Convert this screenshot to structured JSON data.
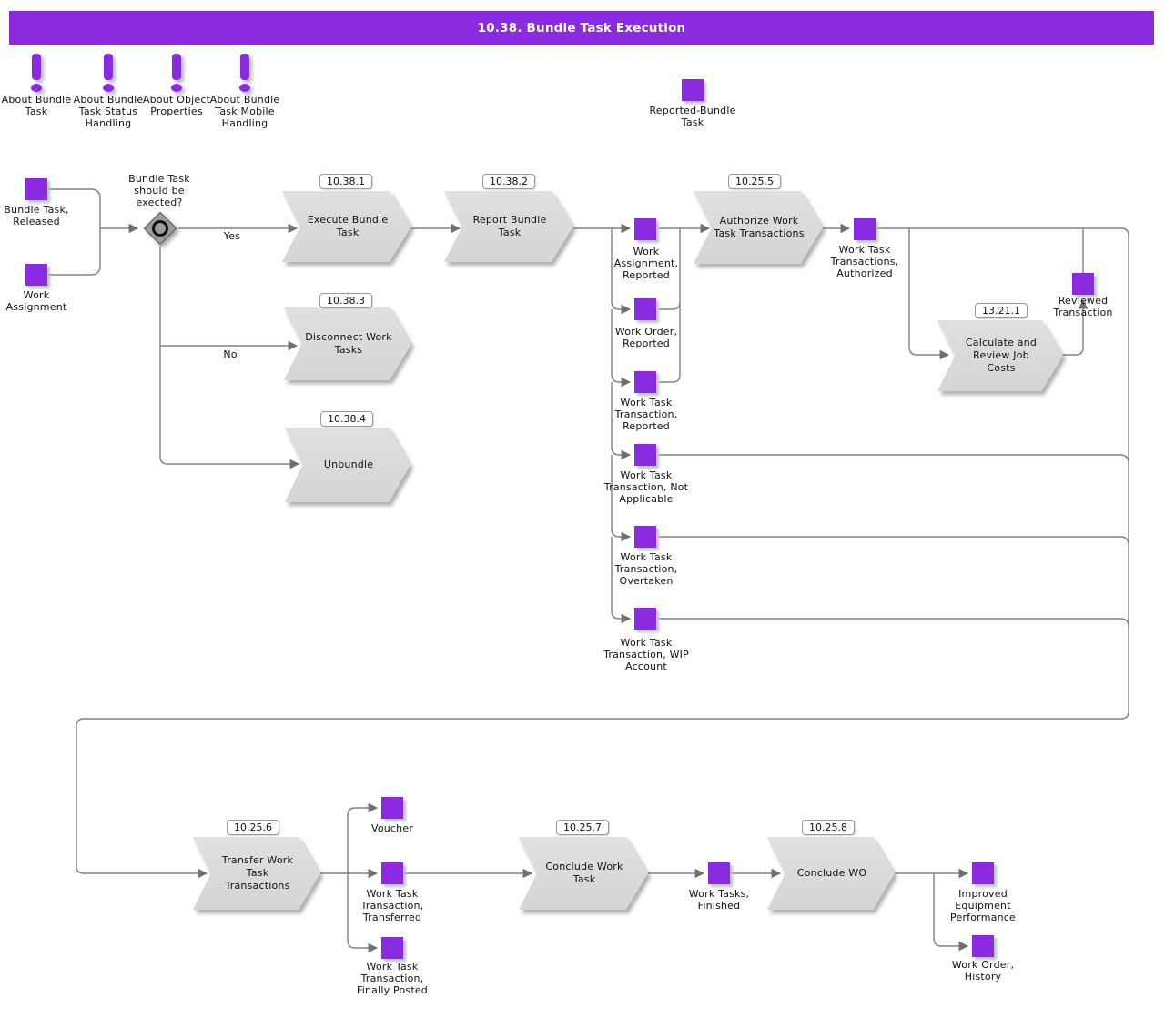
{
  "header": {
    "title": "10.38. Bundle Task Execution"
  },
  "colors": {
    "accent": "#8a2be2",
    "process_fill": "#dcdcdc",
    "line": "#828282"
  },
  "info_icons": [
    {
      "label": "About Bundle Task"
    },
    {
      "label": "About Bundle Task Status Handling"
    },
    {
      "label": "About Object Properties"
    },
    {
      "label": "About Bundle Task Mobile Handling"
    }
  ],
  "decision": {
    "question": "Bundle Task should be exected?",
    "yes_label": "Yes",
    "no_label": "No"
  },
  "processes": [
    {
      "badge": "10.38.1",
      "label": "Execute Bundle Task"
    },
    {
      "badge": "10.38.2",
      "label": "Report Bundle Task"
    },
    {
      "badge": "10.38.3",
      "label": "Disconnect Work Tasks"
    },
    {
      "badge": "10.38.4",
      "label": "Unbundle"
    },
    {
      "badge": "10.25.5",
      "label": "Authorize Work Task Transactions"
    },
    {
      "badge": "13.21.1",
      "label": "Calculate and Review Job Costs"
    },
    {
      "badge": "10.25.6",
      "label": "Transfer Work Task Transactions"
    },
    {
      "badge": "10.25.7",
      "label": "Conclude Work Task"
    },
    {
      "badge": "10.25.8",
      "label": "Conclude WO"
    }
  ],
  "states": [
    {
      "label": "Reported-Bundle Task"
    },
    {
      "label": "Bundle Task, Released"
    },
    {
      "label": "Work Assignment"
    },
    {
      "label": "Work Assignment, Reported"
    },
    {
      "label": "Work Order, Reported"
    },
    {
      "label": "Work Task Transaction, Reported"
    },
    {
      "label": "Work Task Transaction, Not Applicable"
    },
    {
      "label": "Work Task Transaction, Overtaken"
    },
    {
      "label": "Work Task Transaction, WIP Account"
    },
    {
      "label": "Work Task Transactions, Authorized"
    },
    {
      "label": "Reviewed Transaction"
    },
    {
      "label": "Voucher"
    },
    {
      "label": "Work Task Transaction, Transferred"
    },
    {
      "label": "Work Task Transaction, Finally Posted"
    },
    {
      "label": "Work Tasks, Finished"
    },
    {
      "label": "Improved Equipment Performance"
    },
    {
      "label": "Work Order, History"
    }
  ]
}
